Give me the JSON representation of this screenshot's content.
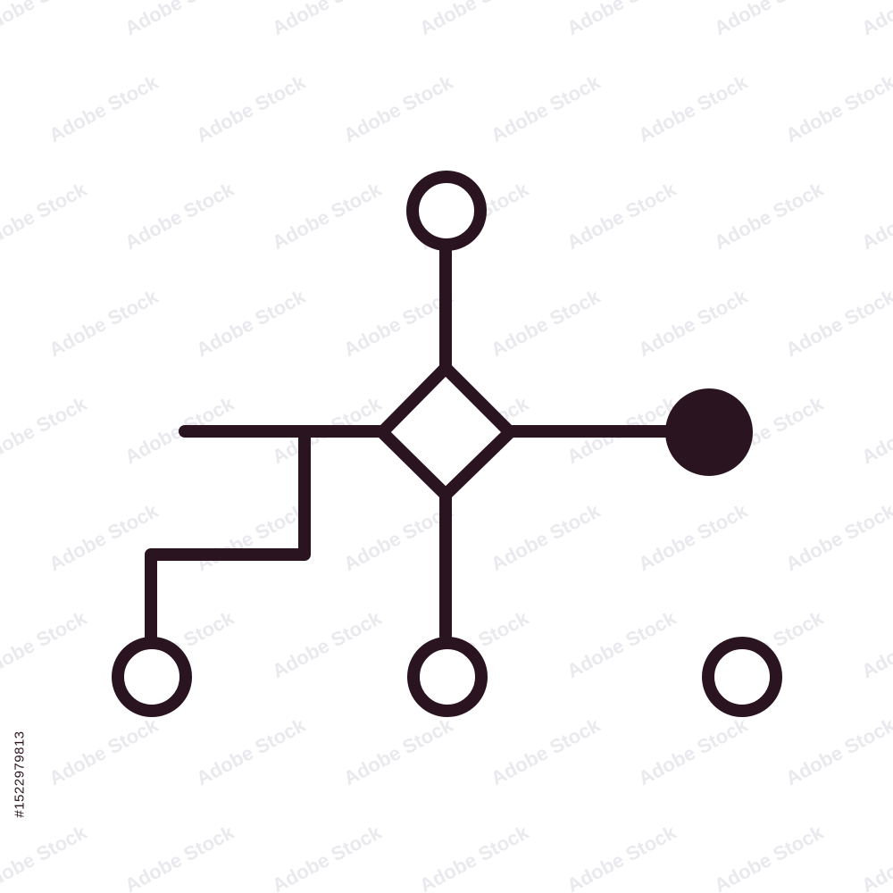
{
  "colors": {
    "stroke": "#2a1420",
    "fill_node": "#2a1420",
    "background": "#ffffff",
    "watermark": "#e9e9ee",
    "id_text": "#2a1420"
  },
  "diagram": {
    "description_nodes": [
      {
        "name": "top-node-icon",
        "shape": "circle",
        "filled": false
      },
      {
        "name": "hub-diamond-icon",
        "shape": "diamond",
        "filled": false
      },
      {
        "name": "right-node-icon",
        "shape": "circle",
        "filled": true
      },
      {
        "name": "bottom-left-node-icon",
        "shape": "circle",
        "filled": false
      },
      {
        "name": "bottom-center-node-icon",
        "shape": "circle",
        "filled": false
      },
      {
        "name": "bottom-right-node-icon",
        "shape": "circle",
        "filled": false
      }
    ]
  },
  "watermark": {
    "text": "Adobe Stock",
    "id": "#1522979813"
  }
}
